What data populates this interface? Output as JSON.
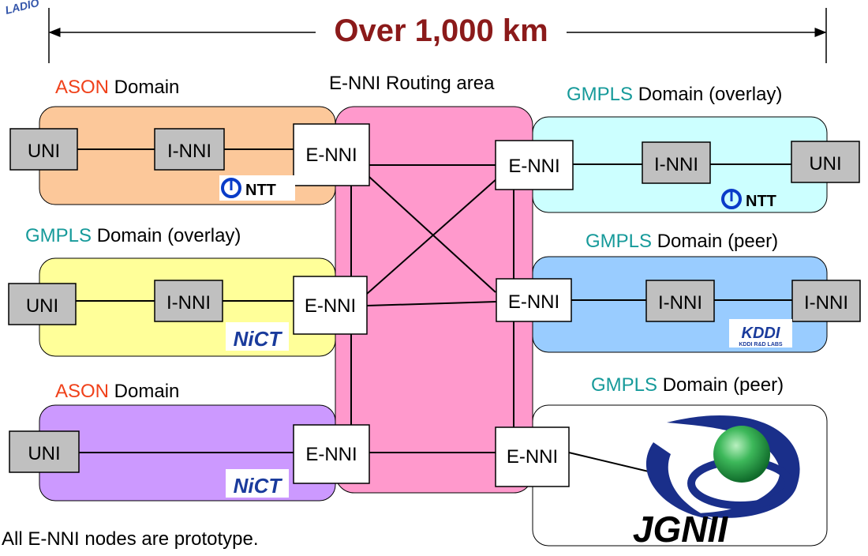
{
  "header": {
    "corner_logo_text": "LADIO",
    "distance_label": "Over 1,000 km"
  },
  "routing_area": {
    "label": "E-NNI Routing area"
  },
  "colors": {
    "accent_red": "#8b1a1a",
    "ason_orange": "#f0411a",
    "gmpls_teal": "#169a9a",
    "routing_pink": "#ff99cc",
    "ason_domain_fill": "#fcc89a",
    "nict_domain_fill": "#ffff99",
    "violet_domain_fill": "#cc99ff",
    "cyan_domain_fill": "#ccffff",
    "blue_domain_fill": "#99ccff",
    "node_gray": "#c0c0c0",
    "ntt_blue": "#0a3cc8",
    "nict_blue": "#1a3b9c",
    "jgn_blue": "#1a2f8a",
    "jgn_green": "#2fa84a"
  },
  "domains": {
    "d1": {
      "kw": "ASON",
      "rest": " Domain",
      "nodes": [
        "UNI",
        "I-NNI",
        "E-NNI"
      ],
      "logo": "NTT"
    },
    "d2": {
      "kw": "GMPLS",
      "rest": " Domain (overlay)",
      "nodes": [
        "UNI",
        "I-NNI",
        "E-NNI"
      ],
      "logo": "NiCT"
    },
    "d3": {
      "kw": "ASON",
      "rest": " Domain",
      "nodes": [
        "UNI",
        "E-NNI"
      ],
      "logo": "NiCT"
    },
    "d4": {
      "kw": "GMPLS",
      "rest": " Domain (overlay)",
      "nodes": [
        "E-NNI",
        "I-NNI",
        "UNI"
      ],
      "logo": "NTT"
    },
    "d5": {
      "kw": "GMPLS",
      "rest": " Domain (peer)",
      "nodes": [
        "E-NNI",
        "I-NNI",
        "I-NNI"
      ],
      "logo": "KDDI",
      "logo_sub": "KDDI R&D LABS"
    },
    "d6": {
      "kw": "GMPLS",
      "rest": " Domain (peer)",
      "nodes": [
        "E-NNI"
      ],
      "logo": "JGNII"
    }
  },
  "footnote": "All E-NNI nodes are prototype."
}
